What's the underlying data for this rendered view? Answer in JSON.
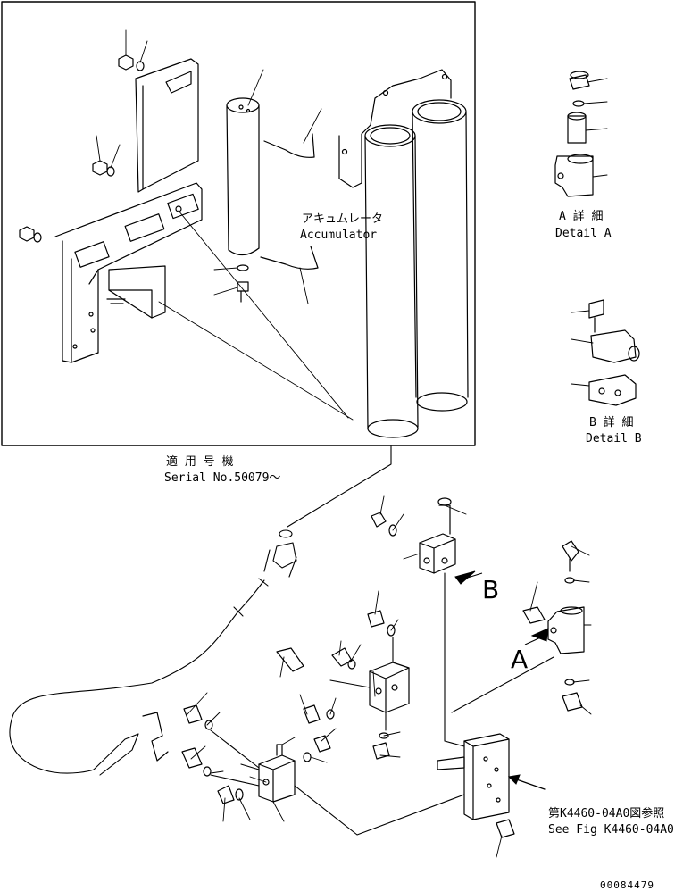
{
  "labels": {
    "accumulator_jp": "アキュムレータ",
    "accumulator_en": "Accumulator",
    "detail_a_jp": "A 詳 細",
    "detail_a_en": "Detail A",
    "detail_b_jp": "B 詳 細",
    "detail_b_en": "Detail B",
    "serial_jp": "適 用 号 機",
    "serial_en": "Serial No.50079～",
    "arrow_a": "A",
    "arrow_b": "B",
    "ref_jp": "第K4460-04A0図参照",
    "ref_en": "See Fig K4460-04A0",
    "drawing_number": "00084479"
  }
}
